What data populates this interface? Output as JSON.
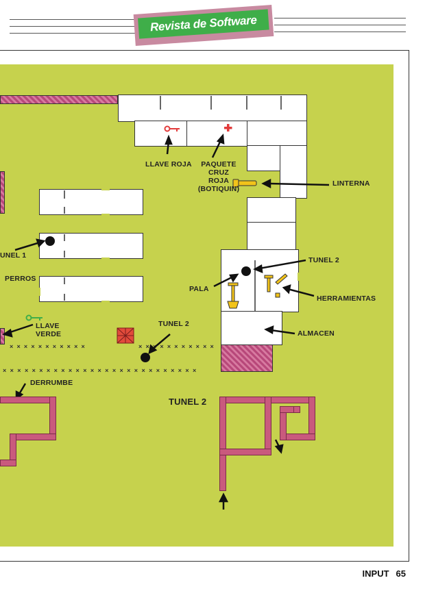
{
  "header": {
    "banner_text": "Revista de Software"
  },
  "labels": {
    "llave_roja": "LLAVE ROJA",
    "paquete_l1": "PAQUETE",
    "paquete_l2": "CRUZ",
    "paquete_l3": "ROJA",
    "paquete_l4": "(BOTIQUIN)",
    "linterna": "LINTERNA",
    "tunel1": "UNEL 1",
    "tunel2_right": "TUNEL 2",
    "perros": "PERROS",
    "pala": "PALA",
    "herramientas": "HERRAMIENTAS",
    "llave_verde_l1": "LLAVE",
    "llave_verde_l2": "VERDE",
    "tunel2_mid": "TUNEL 2",
    "almacen": "ALMACEN",
    "derrumbe": "DERRUMBE",
    "tunel2_big": "TUNEL 2"
  },
  "footer": {
    "magazine": "INPUT",
    "page": "65"
  },
  "colors": {
    "map_bg": "#c6d24d",
    "wall": "#c95a7d",
    "red_key": "#e23b3b",
    "green_key": "#3fae49",
    "yellow_items": "#f2c31a",
    "banner_green": "#3fae49"
  },
  "icons": [
    "red-key-icon",
    "red-cross-icon",
    "flashlight-icon",
    "shovel-icon",
    "tools-icon",
    "green-key-icon",
    "hazard-box-icon"
  ]
}
